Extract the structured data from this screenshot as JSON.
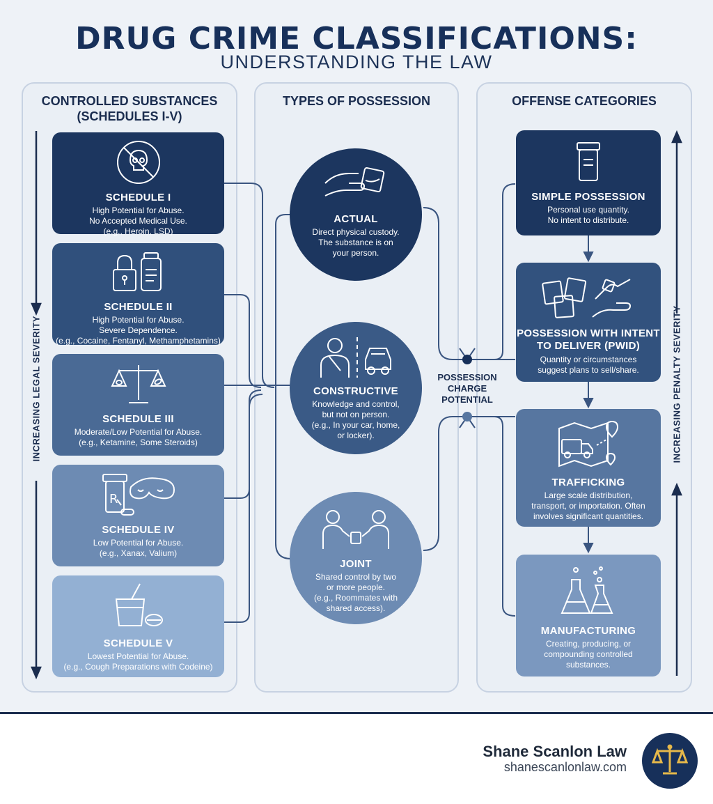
{
  "header": {
    "title": "DRUG CRIME CLASSIFICATIONS:",
    "subtitle": "UNDERSTANDING THE LAW"
  },
  "columns": {
    "left": {
      "title": "CONTROLLED SUBSTANCES\n(SCHEDULES I-V)",
      "axis_label": "INCREASING LEGAL SEVERITY",
      "items": [
        {
          "title": "SCHEDULE I",
          "desc": "High Potential for Abuse.\nNo Accepted Medical Use.\n(e.g., Heroin, LSD)",
          "icon": "skull-prohibited-icon"
        },
        {
          "title": "SCHEDULE II",
          "desc": "High Potential for Abuse.\nSevere Dependence.\n(e.g., Cocaine, Fentanyl, Methamphetamins)",
          "icon": "lock-bottle-icon"
        },
        {
          "title": "SCHEDULE III",
          "desc": "Moderate/Low Potential for Abuse.\n(e.g., Ketamine, Some Steroids)",
          "icon": "scales-pills-icon"
        },
        {
          "title": "SCHEDULE IV",
          "desc": "Low Potential for Abuse.\n(e.g., Xanax, Valium)",
          "icon": "rx-bottle-sleep-mask-icon"
        },
        {
          "title": "SCHEDULE V",
          "desc": "Lowest Potential for Abuse.\n(e.g., Cough Preparations with Codeine)",
          "icon": "cup-tablet-icon"
        }
      ]
    },
    "middle": {
      "title": "TYPES OF POSSESSION",
      "center_label": "POSSESSION\nCHARGE\nPOTENTIAL",
      "items": [
        {
          "title": "ACTUAL",
          "desc": "Direct physical custody.\nThe substance is on\nyour person.",
          "icon": "hand-holding-bag-icon"
        },
        {
          "title": "CONSTRUCTIVE",
          "desc": "Knowledge and control,\nbut not on person.\n(e.g., In your car, home,\nor locker).",
          "icon": "person-car-icon"
        },
        {
          "title": "JOINT",
          "desc": "Shared control by two\nor more people.\n(e.g., Roommates with\nshared access).",
          "icon": "two-people-sharing-icon"
        }
      ]
    },
    "right": {
      "title": "OFFENSE CATEGORIES",
      "axis_label": "INCREASING PENALTY SEVERITY",
      "items": [
        {
          "title": "SIMPLE POSSESSION",
          "desc": "Personal use quantity.\nNo intent to distribute.",
          "icon": "pill-jar-icon"
        },
        {
          "title": "POSSESSION WITH INTENT\nTO DELIVER (PWID)",
          "desc": "Quantity or circumstances\nsuggest plans to sell/share.",
          "icon": "bags-hand-exchange-icon"
        },
        {
          "title": "TRAFFICKING",
          "desc": "Large scale distribution,\ntransport, or importation. Often\ninvolves significant quantities.",
          "icon": "truck-map-icon"
        },
        {
          "title": "MANUFACTURING",
          "desc": "Creating, producing, or\ncompounding controlled\nsubstances.",
          "icon": "lab-flasks-icon"
        }
      ]
    }
  },
  "footer": {
    "firm_name": "Shane Scanlon Law",
    "firm_url": "shanescanlonlaw.com",
    "logo_icon": "scales-of-justice-icon"
  },
  "colors": {
    "navy": "#17305a",
    "schedule_1": "#1c365f",
    "schedule_2": "#30507c",
    "schedule_3": "#4a6a95",
    "schedule_4": "#6d8bb3",
    "schedule_5": "#93b0d3",
    "offense_1": "#1c365f",
    "offense_2": "#32527e",
    "offense_3": "#5776a0",
    "offense_4": "#7b98bf",
    "gold": "#e6b84a"
  }
}
